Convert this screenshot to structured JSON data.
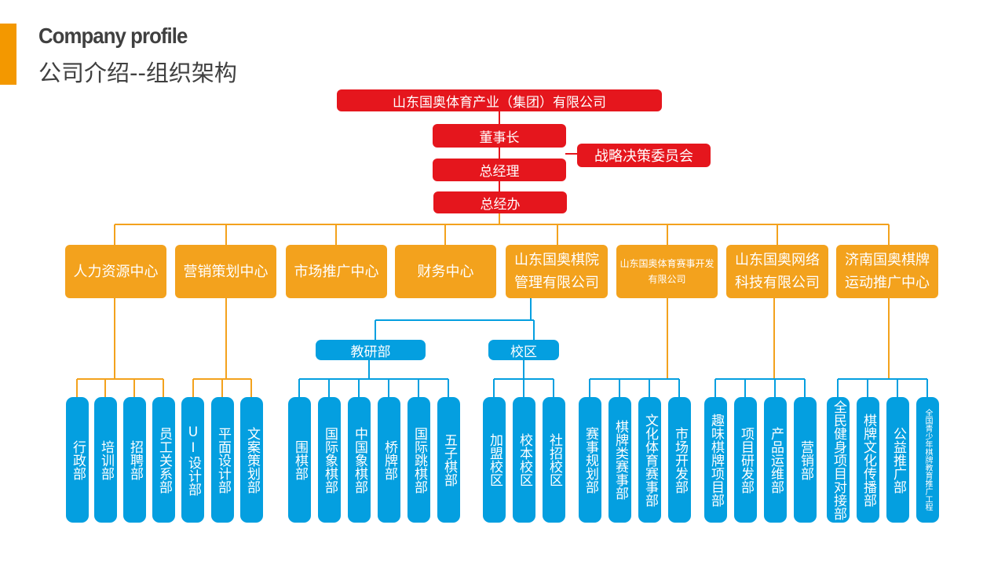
{
  "header": {
    "title_en": "Company profile",
    "title_cn": "公司介绍--组织架构"
  },
  "colors": {
    "accent": "#f39800",
    "red": "#e5161d",
    "orange": "#f3a21d",
    "blue": "#049fe0",
    "connector_orange": "#f3a21d",
    "connector_blue": "#049fe0"
  },
  "org": {
    "top": "山东国奥体育产业（集团）有限公司",
    "chairman": "董事长",
    "committee": "战略决策委员会",
    "gm": "总经理",
    "gm_office": "总经办",
    "centers": [
      "人力资源中心",
      "营销策划中心",
      "市场推广中心",
      "财务中心",
      "山东国奥棋院管理有限公司",
      "山东国奥体育赛事开发有限公司",
      "山东国奥网络科技有限公司",
      "济南国奥棋牌运动推广中心"
    ],
    "sub_units": [
      "教研部",
      "校区"
    ],
    "depts": [
      "行政部",
      "培训部",
      "招聘部",
      "员工关系部",
      "UI设计部",
      "平面设计部",
      "文案策划部",
      "围棋部",
      "国际象棋部",
      "中国象棋部",
      "桥牌部",
      "国际跳棋部",
      "五子棋部",
      "加盟校区",
      "校本校区",
      "社招校区",
      "赛事规划部",
      "棋牌类赛事部",
      "文化体育赛事部",
      "市场开发部",
      "趣味棋牌项目部",
      "项目研发部",
      "产品运维部",
      "营销部",
      "全民健身项目对接部",
      "棋牌文化传播部",
      "公益推广部",
      "全国青少年棋牌教育推广工程"
    ]
  }
}
